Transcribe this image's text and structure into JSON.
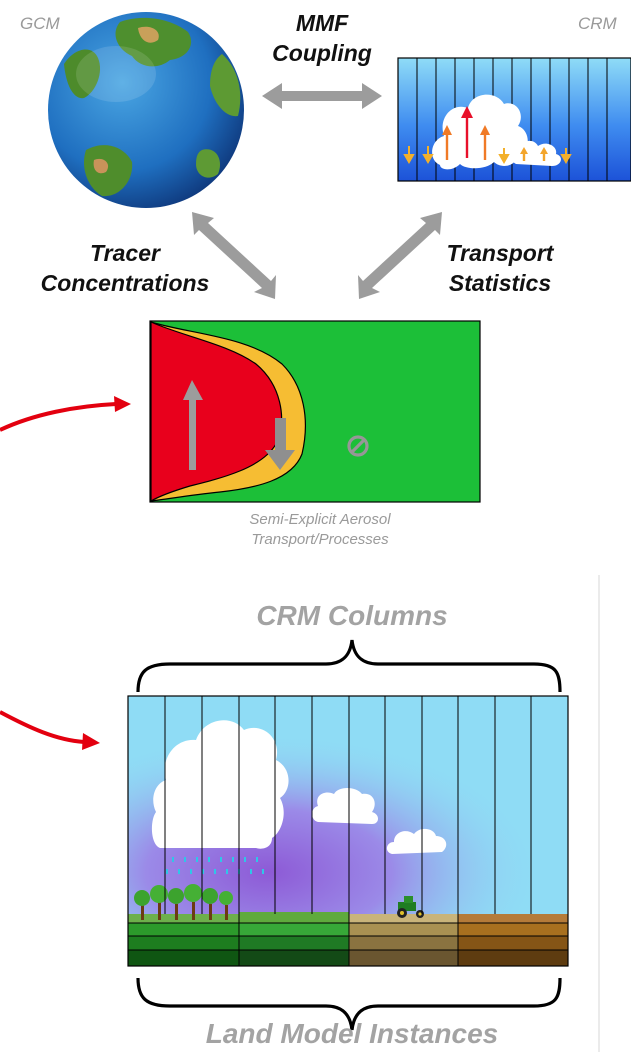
{
  "labels": {
    "gcm": "GCM",
    "crm": "CRM",
    "mmf_coupling": [
      "MMF",
      "Coupling"
    ],
    "tracer_concentrations": [
      "Tracer",
      "Concentrations"
    ],
    "transport_statistics": [
      "Transport",
      "Statistics"
    ],
    "semi_explicit": [
      "Semi-Explicit Aerosol",
      "Transport/Processes"
    ],
    "crm_columns": "CRM Columns",
    "land_model_instances": "Land Model Instances"
  },
  "colors": {
    "region_red": "#e8001c",
    "region_orange": "#f6bd33",
    "region_green": "#1cbf38",
    "arrow_grey": "#9c9c9c",
    "pointer_red": "#e3000f",
    "sky_light": "#8fdcf5",
    "sky_purple": "#a98ee8",
    "soil_green": "#1f8f1f",
    "soil_khaki": "#a99152",
    "soil_brown": "#8e5a1b"
  },
  "icons": [
    "globe-icon",
    "cloud-icon",
    "tree-icon",
    "tractor-icon",
    "no-symbol-icon",
    "rain-icon"
  ]
}
